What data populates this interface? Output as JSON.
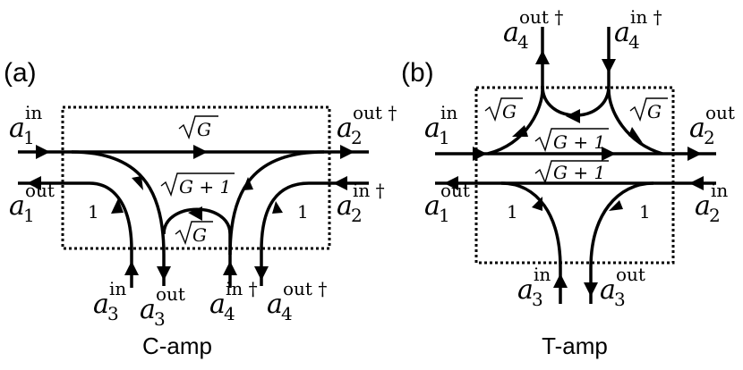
{
  "panels": {
    "a": {
      "label": "(a)",
      "caption": "C-amp"
    },
    "b": {
      "label": "(b)",
      "caption": "T-amp"
    }
  },
  "modes": {
    "a1_in": {
      "sym": "a",
      "sub": "1",
      "sup": "in"
    },
    "a1_out": {
      "sym": "a",
      "sub": "1",
      "sup": "out"
    },
    "a2_in_dag": {
      "sym": "a",
      "sub": "2",
      "sup": "in †"
    },
    "a2_out_dag": {
      "sym": "a",
      "sub": "2",
      "sup": "out †"
    },
    "a2_in": {
      "sym": "a",
      "sub": "2",
      "sup": "in"
    },
    "a2_out": {
      "sym": "a",
      "sub": "2",
      "sup": "out"
    },
    "a3_in": {
      "sym": "a",
      "sub": "3",
      "sup": "in"
    },
    "a3_out": {
      "sym": "a",
      "sub": "3",
      "sup": "out"
    },
    "a4_in_dag": {
      "sym": "a",
      "sub": "4",
      "sup": "in †"
    },
    "a4_out_dag": {
      "sym": "a",
      "sub": "4",
      "sup": "out †"
    }
  },
  "gains": {
    "sqrtG": "G",
    "sqrtG1": "G + 1",
    "one": "1"
  }
}
